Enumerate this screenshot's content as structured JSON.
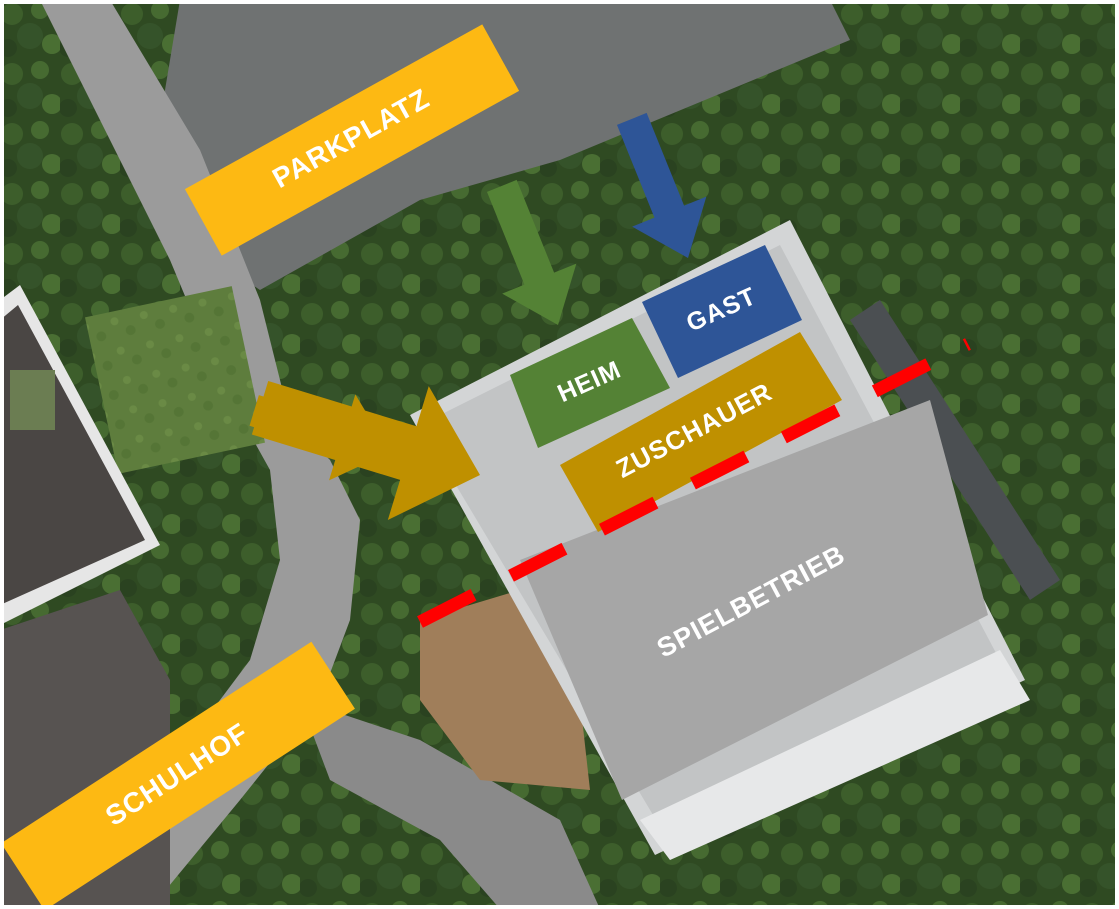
{
  "zones": {
    "parkplatz": "PARKPLATZ",
    "gast": "GAST",
    "heim": "HEIM",
    "zuschauer": "ZUSCHAUER",
    "spielbetrieb": "SPIELBETRIEB",
    "schulhof": "SCHULHOF"
  },
  "colors": {
    "parkplatz": "#FDB913",
    "schulhof": "#FDB913",
    "gast": "#2E5597",
    "heim": "#548235",
    "zuschauer": "#BF9000",
    "spielbetrieb": "#A6A6A6",
    "boundary": "#FF0000"
  },
  "icons": [
    "green-arrow-icon",
    "blue-arrow-icon",
    "gold-arrow-icon"
  ]
}
